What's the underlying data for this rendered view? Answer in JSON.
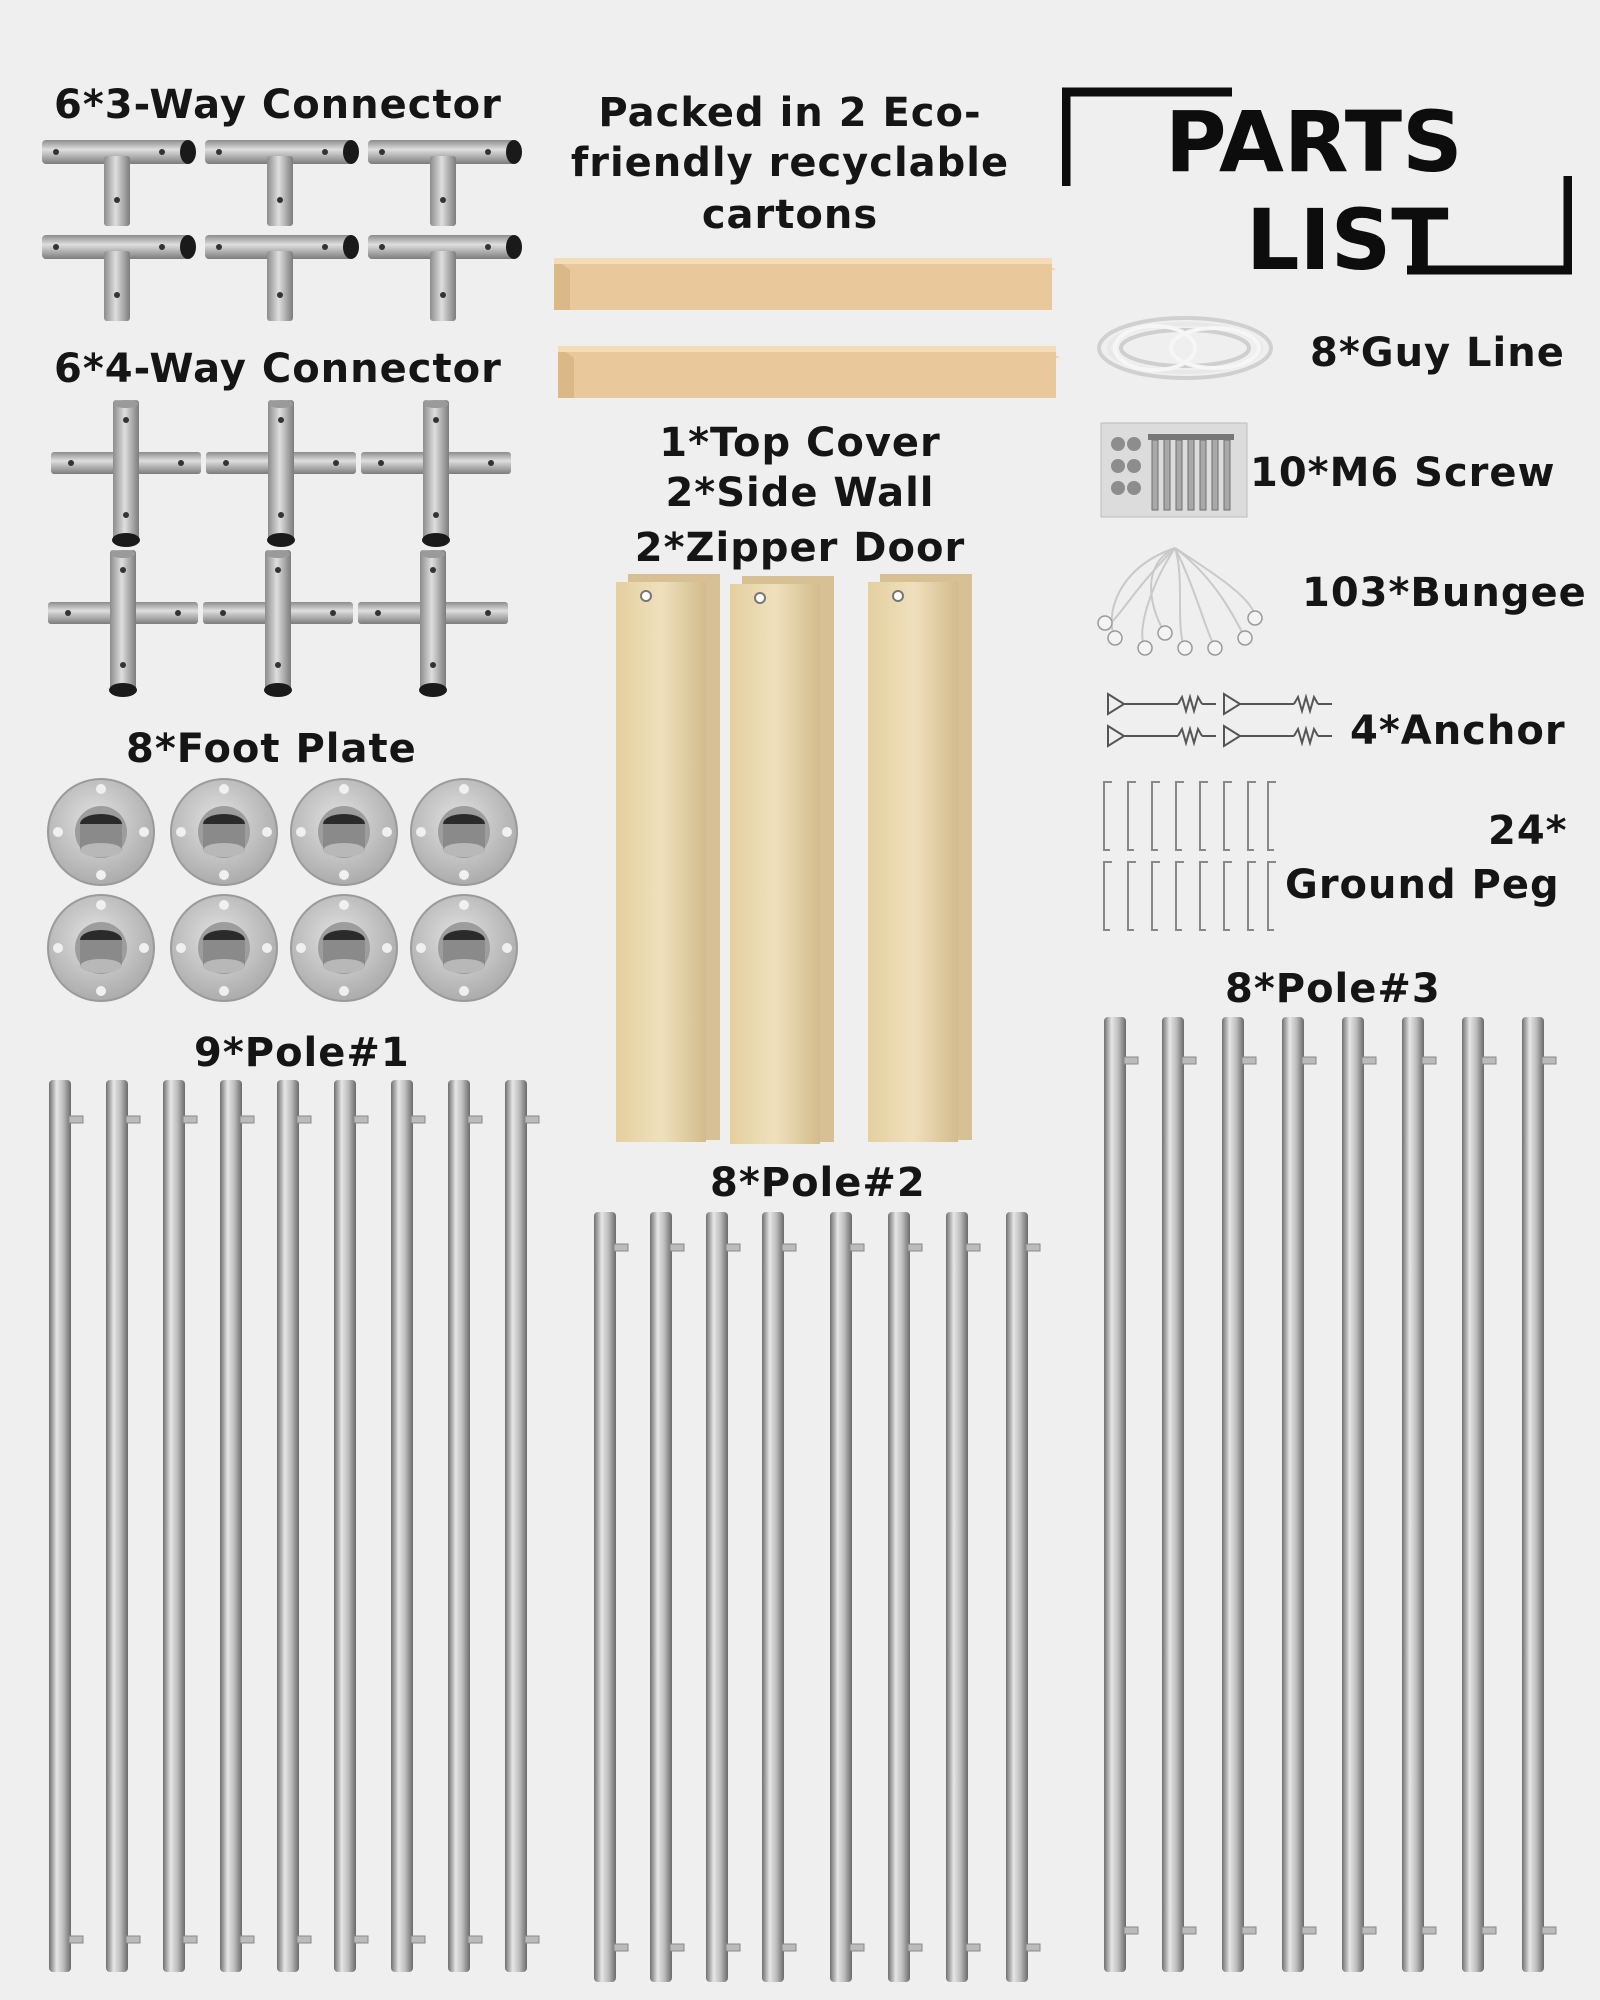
{
  "header": {
    "title_line1": "PARTS",
    "title_line2": "LIST"
  },
  "packaging": {
    "text": "Packed in 2 Eco-friendly recyclable cartons",
    "line1": "Packed  in  2  Eco-",
    "line2": "friendly  recyclable",
    "line3": "cartons"
  },
  "parts": {
    "three_way": "6*3-Way  Connector",
    "four_way": "6*4-Way  Connector",
    "foot_plate": "8*Foot  Plate",
    "pole1": "9*Pole#1",
    "pole2": "8*Pole#2",
    "pole3": "8*Pole#3",
    "fabric_line1": "1*Top  Cover",
    "fabric_line2": "2*Side  Wall",
    "fabric_line3": "2*Zipper  Door",
    "guy_line": "8*Guy  Line",
    "screw": "10*M6  Screw",
    "bungee": "103*Bungee",
    "anchor": "4*Anchor",
    "ground_peg_line1": "24*",
    "ground_peg_line2": "Ground  Peg"
  },
  "counts": {
    "three_way": 6,
    "four_way": 6,
    "foot_plate": 8,
    "pole1": 9,
    "pole2": 8,
    "pole3": 8,
    "cartons": 2,
    "fabric_rolls": 3
  },
  "colors": {
    "background": "#efefef",
    "text": "#151515",
    "metal": "#b9b9b9",
    "carton": "#e9c99c",
    "fabric": "#e6d3a8"
  }
}
